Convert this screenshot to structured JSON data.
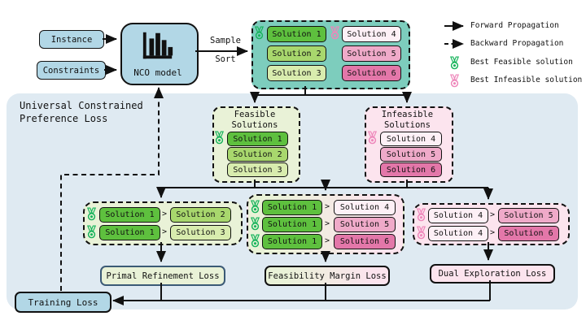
{
  "palette": {
    "light_blue_box": "#b2d7e6",
    "region_bg": "#dfeaf2",
    "teal_group_bg": "#7dcdbd",
    "feasible_bg": "#e9f2d7",
    "infeasible_bg": "#fce4ee",
    "solution1": "#5ec03e",
    "solution2": "#a8d76d",
    "solution3": "#d8ecae",
    "solution4": "#fdf0f6",
    "solution5": "#efaac9",
    "solution6": "#e377a9",
    "green_medal": "#18b45c",
    "pink_medal": "#ee86ba",
    "primal_loss_border": "#3b5a76",
    "line_color": "#111111"
  },
  "inputs": {
    "instance_label": "Instance",
    "constraints_label": "Constraints"
  },
  "model": {
    "label": "NCO model"
  },
  "flow_labels": {
    "sample": "Sample",
    "sort": "Sort"
  },
  "legend": {
    "forward": "Forward Propagation",
    "backward": "Backward Propagation",
    "best_feasible": "Best Feasible solution",
    "best_infeasible": "Best Infeasible solution"
  },
  "region": {
    "title_line1": "Universal Constrained",
    "title_line2": "Preference Loss"
  },
  "top_group": {
    "left_solutions": [
      "Solution 1",
      "Solution 2",
      "Solution 3"
    ],
    "right_solutions": [
      "Solution 4",
      "Solution 5",
      "Solution 6"
    ]
  },
  "feasible_box": {
    "title_line1": "Feasible",
    "title_line2": "Solutions",
    "solutions": [
      "Solution 1",
      "Solution 2",
      "Solution 3"
    ]
  },
  "infeasible_box": {
    "title_line1": "Infeasible",
    "title_line2": "Solutions",
    "solutions": [
      "Solution 4",
      "Solution 5",
      "Solution 6"
    ]
  },
  "separator": ">",
  "primal_comparisons": {
    "rows": [
      {
        "left": "Solution 1",
        "right": "Solution 2"
      },
      {
        "left": "Solution 1",
        "right": "Solution 3"
      }
    ]
  },
  "margin_comparisons": {
    "rows": [
      {
        "left": "Solution 1",
        "right": "Solution 4"
      },
      {
        "left": "Solution 1",
        "right": "Solution 5"
      },
      {
        "left": "Solution 1",
        "right": "Solution 6"
      }
    ]
  },
  "dual_comparisons": {
    "rows": [
      {
        "left": "Solution 4",
        "right": "Solution 5"
      },
      {
        "left": "Solution 4",
        "right": "Solution 6"
      }
    ]
  },
  "loss_boxes": {
    "primal": "Primal Refinement Loss",
    "margin": "Feasibility Margin Loss",
    "dual": "Dual Exploration Loss"
  },
  "training_loss_label": "Training Loss"
}
